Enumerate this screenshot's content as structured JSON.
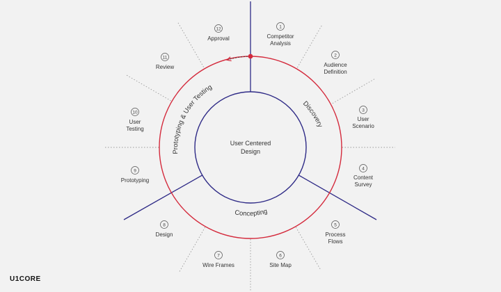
{
  "center": {
    "line1": "User Centered",
    "line2": "Design"
  },
  "phases": {
    "discovery": "Discovery",
    "concepting": "Concepting",
    "prototyping": "Prototyping & User Testing"
  },
  "steps": [
    {
      "number": "1",
      "lines": [
        "Competitor",
        "Analysis"
      ]
    },
    {
      "number": "2",
      "lines": [
        "Audience",
        "Definition"
      ]
    },
    {
      "number": "3",
      "lines": [
        "User",
        "Scenario"
      ]
    },
    {
      "number": "4",
      "lines": [
        "Content",
        "Survey"
      ]
    },
    {
      "number": "5",
      "lines": [
        "Process",
        "Flows"
      ]
    },
    {
      "number": "6",
      "lines": [
        "Site Map"
      ]
    },
    {
      "number": "7",
      "lines": [
        "Wire Frames"
      ]
    },
    {
      "number": "8",
      "lines": [
        "Design"
      ]
    },
    {
      "number": "9",
      "lines": [
        "Prototyping"
      ]
    },
    {
      "number": "10",
      "lines": [
        "User",
        "Testing"
      ]
    },
    {
      "number": "11",
      "lines": [
        "Review"
      ]
    },
    {
      "number": "12",
      "lines": [
        "Approval"
      ]
    }
  ],
  "logo": "U1CORE",
  "colors": {
    "outer_ring": "#d42a3c",
    "inner_ring": "#2e2a86",
    "background": "#f2f2f2",
    "text": "#333333",
    "dotted": "#9a9a9a"
  }
}
